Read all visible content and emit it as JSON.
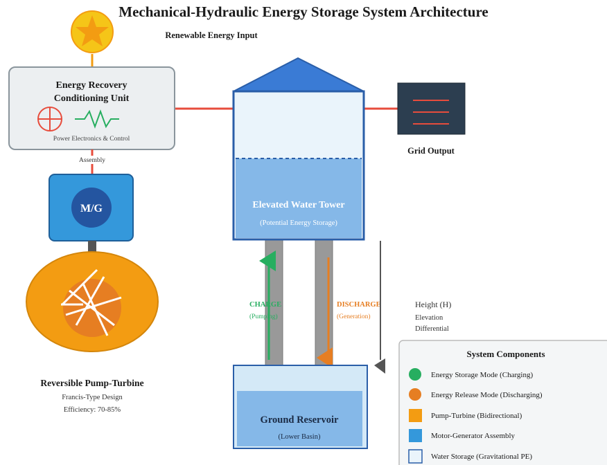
{
  "title": "Mechanical-Hydraulic Energy Storage System Architecture",
  "renewable_label": "Renewable Energy Input",
  "recovery_unit": {
    "title_line1": "Energy Recovery",
    "title_line2": "Conditioning Unit",
    "subtitle": "Power Electronics & Control",
    "assembly_label": "Assembly"
  },
  "motor_generator": {
    "label": "M/G"
  },
  "pump_turbine": {
    "title": "Reversible Pump-Turbine",
    "design": "Francis-Type Design",
    "efficiency": "Efficiency: 70-85%"
  },
  "tower": {
    "title": "Elevated Water Tower",
    "subtitle": "(Potential Energy Storage)"
  },
  "grid": {
    "label": "Grid Output"
  },
  "flows": {
    "charge_label": "CHARGE",
    "charge_sub": "(Pumping)",
    "discharge_label": "DISCHARGE",
    "discharge_sub": "(Generation)"
  },
  "height": {
    "label": "Height (H)",
    "line2": "Elevation",
    "line3": "Differential"
  },
  "reservoir": {
    "title": "Ground Reservoir",
    "subtitle": "(Lower Basin)"
  },
  "legend": {
    "title": "System Components",
    "items": [
      {
        "label": "Energy Storage Mode (Charging)",
        "color": "#27ae60",
        "shape": "circle"
      },
      {
        "label": "Energy Release Mode (Discharging)",
        "color": "#e67e22",
        "shape": "circle"
      },
      {
        "label": "Pump-Turbine (Bidirectional)",
        "color": "#f39c12",
        "shape": "square"
      },
      {
        "label": "Motor-Generator Assembly",
        "color": "#3498db",
        "shape": "square"
      },
      {
        "label": "Water Storage (Gravitational PE)",
        "color": "#eaf4fb",
        "shape": "square-outline"
      }
    ]
  },
  "colors": {
    "charge": "#27ae60",
    "discharge": "#e67e22",
    "power_line": "#e74c3c",
    "tower_blue": "#3a7bd5",
    "water": "#85b8e8",
    "sun": "#f5c518",
    "pump": "#f39c12"
  }
}
